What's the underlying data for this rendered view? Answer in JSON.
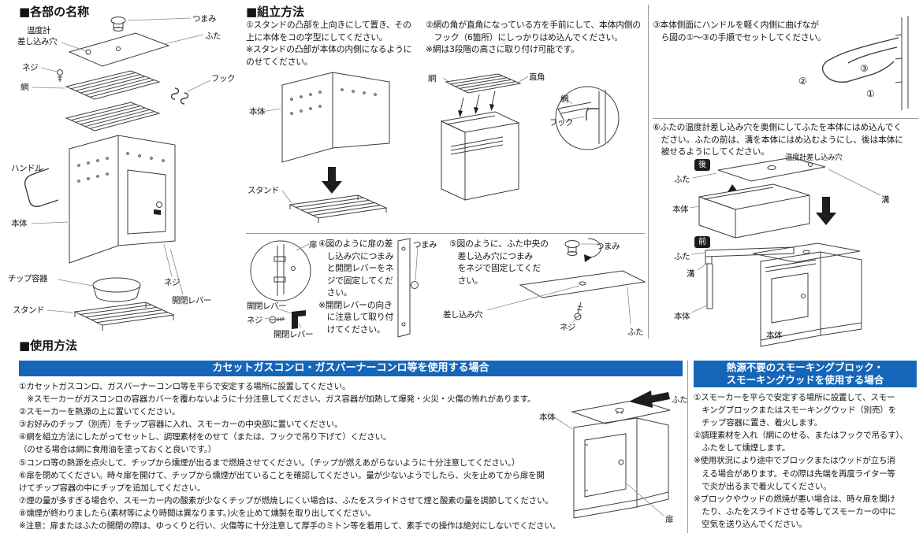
{
  "titles": {
    "parts": "■各部の名称",
    "assembly": "■組立方法",
    "usage": "■使用方法"
  },
  "colors": {
    "header_blue": "#1566b8",
    "ink": "#141414",
    "line": "#9a9a9a"
  },
  "parts_labels": {
    "tsumami": "つまみ",
    "futa": "ふた",
    "thermo1": "温度計",
    "thermo2": "差し込み穴",
    "neji_top": "ネジ",
    "ami": "網",
    "hook": "フック",
    "handle": "ハンドル",
    "hontai": "本体",
    "chip_container": "チップ容器",
    "stand": "スタンド",
    "neji_door": "ネジ",
    "lever": "開閉レバー"
  },
  "assembly": {
    "step1": {
      "lines": [
        "①スタンドの凸部を上向きにして置き、その",
        "上に本体をコの字型にしてください。",
        "※スタンドの凸部が本体の内側になるように",
        "のせてください。"
      ],
      "labels": {
        "hontai": "本体",
        "stand": "スタンド"
      }
    },
    "step2": {
      "lines": [
        "②網の角が直角になっている方を手前にして、本体内側の",
        "　フック（6箇所）にしっかりはめ込んでください。",
        "※網は3段階の高さに取り付け可能です。"
      ],
      "labels": {
        "ami": "網",
        "right_angle": "直角",
        "ami2": "網",
        "hook": "フック"
      }
    },
    "step3": {
      "lines": [
        "③本体側面にハンドルを軽く内側に曲げなが",
        "　ら図の①〜③の手順でセットしてください。"
      ],
      "labels": {
        "n3": "③",
        "n2": "②",
        "n1": "①"
      }
    },
    "step4": {
      "lines": [
        "④図のように扉の差",
        "　し込み穴につまみ",
        "　と開閉レバーをネ",
        "　ジで固定してくだ",
        "　さい。",
        "※開閉レバーの向き",
        "　に注意して取り付",
        "　けてください。"
      ],
      "labels": {
        "tobira": "扉",
        "lever1": "開閉レバー",
        "neji": "ネジ",
        "lever2": "開閉レバー",
        "tsumami": "つまみ"
      }
    },
    "step5": {
      "lines": [
        "⑤図のように、ふた中央の",
        "　差し込み穴につまみ",
        "　をネジで固定してくだ",
        "　さい。"
      ],
      "labels": {
        "tsumami": "つまみ",
        "hole": "差し込み穴",
        "neji": "ネジ",
        "futa": "ふた"
      }
    },
    "step6": {
      "lines": [
        "⑥ふたの温度計差し込み穴を奥側にしてふたを本体にはめ込んでく",
        "　ださい。ふたの前は、溝を本体にはめ込むようにし、後は本体に",
        "　被せるようにしてください。"
      ],
      "labels": {
        "back": "後",
        "futa1": "ふた",
        "hontai1": "本体",
        "thermo": "温度計差し込み穴",
        "mizo1": "溝",
        "front": "前",
        "futa2": "ふた",
        "mizo2": "溝",
        "hontai2": "本体",
        "hontai3": "本体"
      }
    }
  },
  "usage": {
    "gas": {
      "header": "カセットガスコンロ・ガスバーナーコンロ等を使用する場合",
      "lines": [
        "①カセットガスコンロ、ガスバーナーコンロ等を平らで安定する場所に設置してください。",
        "　※スモーカーがガスコンロの容器カバーを覆わないように十分注意してください。ガス容器が加熱して爆発・火災・火傷の怖れがあります。",
        "②スモーカーを熱源の上に置いてください。",
        "③お好みのチップ（別売）をチップ容器に入れ、スモーカーの中央部に置いてください。",
        "④網を組立方法にしたがってセットし、調理素材をのせて（または、フックで吊り下げて）ください。",
        "（のせる場合は網に食用油を塗っておくと良いです。）",
        "⑤コンロ等の熱源を点火して、チップから燻煙が出るまで燃焼させてください。（チップが燃えあがらないように十分注意してください。）",
        "⑥扉を閉めてください。時々扉を開けて、チップから燻煙が出ていることを確認してください。量が少ないようでしたら、火を止めてから扉を開",
        "けてチップ容器の中にチップを追加してください。",
        "⑦煙の量が多すぎる場合や、スモーカー内の酸素が少なくチップが燃焼しにくい場合は、ふたをスライドさせて煙と酸素の量を調節してください。",
        "⑧燻煙が終わりましたら(素材等により時間は異なります。)火を止めて燻製を取り出してください。",
        "※注意：扉またはふたの開閉の際は、ゆっくりと行い、火傷等に十分注意して厚手のミトン等を着用して、素手での操作は絶対にしないでください。"
      ]
    },
    "block": {
      "header1": "熱源不要のスモーキングブロック・",
      "header2": "スモーキングウッドを使用する場合",
      "lines": [
        "①スモーカーを平らで安定する場所に設置して、スモー",
        "　キングブロックまたはスモーキングウッド（別売）を",
        "　チップ容器に置き、着火します。",
        "②調理素材を入れ（網にのせる、またはフックで吊るす）、",
        "　ふたをして燻煙します。",
        "※使用状況により途中でブロックまたはウッドが立ち消",
        "　える場合があります。その際は先端を再度ライター等",
        "　で炎が出るまで着火してください。",
        "※ブロックやウッドの燃焼が悪い場合は、時々扉を開け",
        "　たり、ふたをスライドさせる等してスモーカーの中に",
        "　空気を送り込んでください。"
      ]
    },
    "diagram": {
      "futa": "ふた",
      "hontai": "本体",
      "tobira": "扉"
    }
  }
}
